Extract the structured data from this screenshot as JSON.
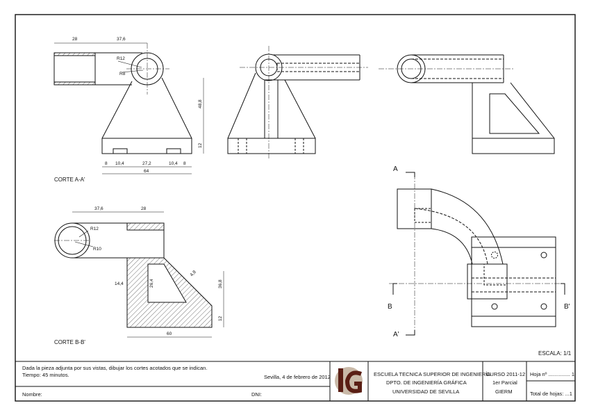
{
  "views": {
    "front": {
      "dims": [
        "28",
        "37,6",
        "48,8",
        "12",
        "8",
        "10,4",
        "27,2",
        "10,4",
        "8",
        "64"
      ],
      "radii": [
        "R12",
        "R8"
      ]
    },
    "side_section": {
      "dims": [
        "37,6",
        "28",
        "14,4",
        "26,4",
        "4,8",
        "36,8",
        "12",
        "60"
      ],
      "radii": [
        "R12",
        "R10"
      ]
    },
    "plan_labels": [
      "A",
      "A'",
      "B",
      "B'"
    ]
  },
  "labels": {
    "corte_aa": "CORTE A-A'",
    "corte_bb": "CORTE B-B'",
    "escala": "ESCALA: 1/1"
  },
  "title_block": {
    "instructions_line1": "Dada la pieza adjunta por sus vistas, dibujar los cortes acotados que se indican.",
    "instructions_line2": "Tiempo: 45 minutos.",
    "date": "Sevilla, 4 de febrero de 2012",
    "nombre_label": "Nombre:",
    "dni_label": "DNI:",
    "logo_text": "IG",
    "school_line1": "ESCUELA TECNICA SUPERIOR DE INGENIERÍA",
    "school_line2": "DPTO. DE INGENIERÍA GRÁFICA",
    "school_line3": "UNIVERSIDAD DE SEVILLA",
    "curso": "CURSO 2011-12",
    "parcial": "1er Parcial",
    "grado": "GIERM",
    "hoja_label": "Hoja nº ............... 1",
    "total_label": "Total de hojas: ...1"
  },
  "colors": {
    "line": "#111111",
    "logo_dark": "#5a1e14",
    "logo_light": "#c9b9a8"
  }
}
